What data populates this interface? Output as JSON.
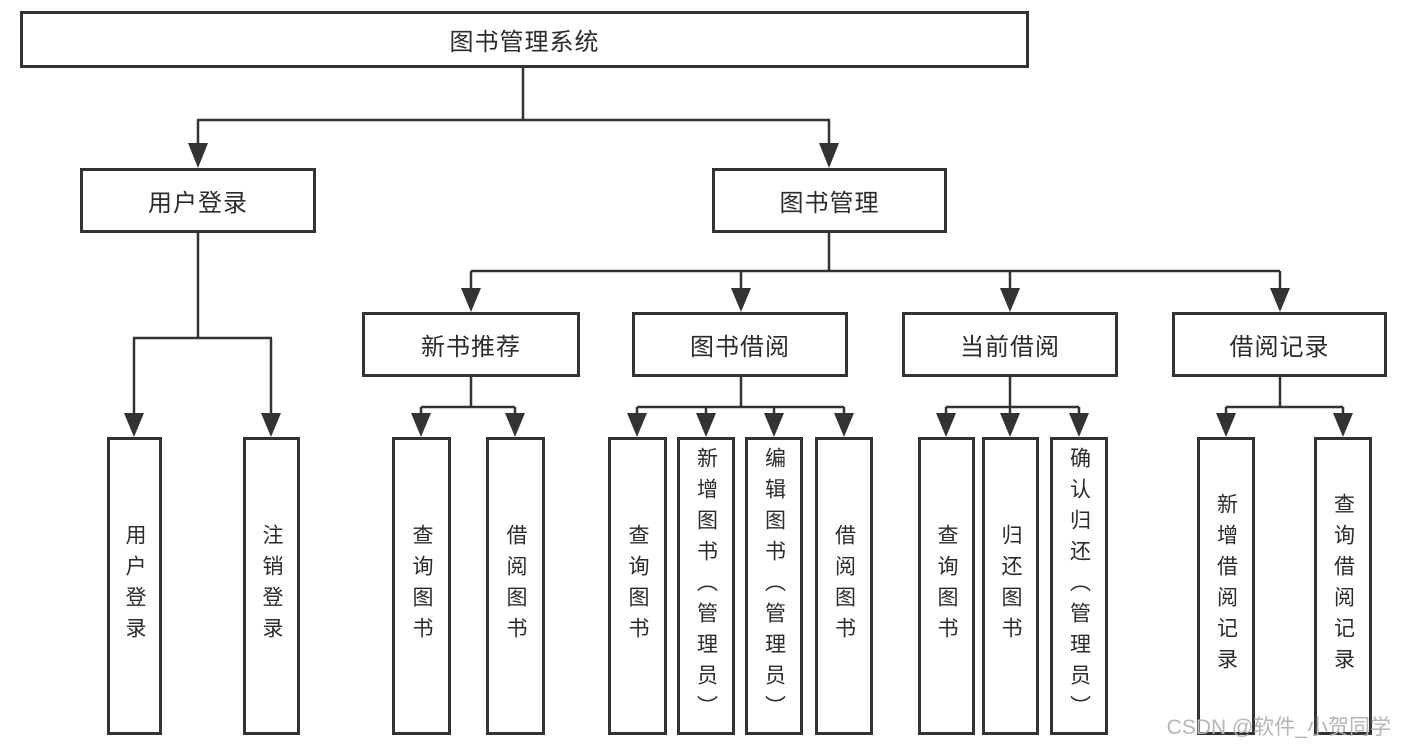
{
  "diagram": {
    "root": {
      "label": "图书管理系统"
    },
    "level2": [
      {
        "label": "用户登录"
      },
      {
        "label": "图书管理"
      }
    ],
    "level3": [
      {
        "label": "新书推荐"
      },
      {
        "label": "图书借阅"
      },
      {
        "label": "当前借阅"
      },
      {
        "label": "借阅记录"
      }
    ],
    "leaves": {
      "user_login": [
        {
          "label": "用户登录"
        },
        {
          "label": "注销登录"
        }
      ],
      "new_book_recommend": [
        {
          "label": "查询图书"
        },
        {
          "label": "借阅图书"
        }
      ],
      "book_borrow": [
        {
          "label": "查询图书"
        },
        {
          "label": "新增图书（管理员）"
        },
        {
          "label": "编辑图书（管理员）"
        },
        {
          "label": "借阅图书"
        }
      ],
      "current_borrow": [
        {
          "label": "查询图书"
        },
        {
          "label": "归还图书"
        },
        {
          "label": "确认归还（管理员）"
        }
      ],
      "borrow_records": [
        {
          "label": "新增借阅记录"
        },
        {
          "label": "查询借阅记录"
        }
      ]
    }
  },
  "watermark": "CSDN @软件_小贺同学",
  "colors": {
    "line": "#333333",
    "box_border": "#333333",
    "text": "#2b2b2b",
    "watermark": "#b5b5b5",
    "background": "#ffffff"
  }
}
